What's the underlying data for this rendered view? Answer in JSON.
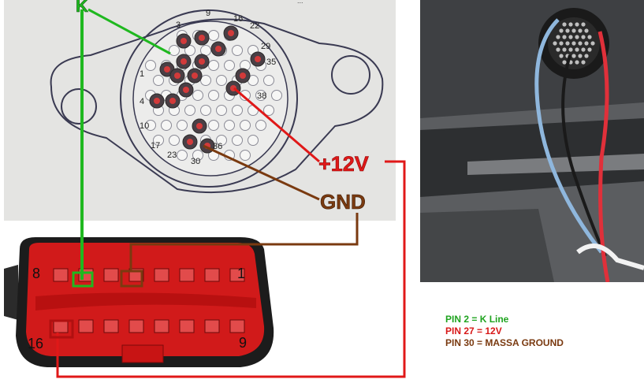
{
  "connector": {
    "pin_numbers": [
      "3",
      "9",
      "16",
      "22",
      "29",
      "35",
      "38",
      "1",
      "4",
      "10",
      "17",
      "23",
      "30",
      "36"
    ],
    "watermark": "..."
  },
  "obd": {
    "pin_numbers": [
      "8",
      "1",
      "16",
      "9"
    ]
  },
  "callouts": {
    "k_line": "K",
    "power": "+12V",
    "ground": "GND"
  },
  "legend": {
    "lines": [
      "PIN 2 = K Line",
      "PIN 27 = 12V",
      "PIN 30 = MASSA GROUND"
    ]
  },
  "colors": {
    "k_line": "#1fb81f",
    "power": "#e01818",
    "ground": "#7a3a10",
    "obd_body": "#d11a1a"
  }
}
